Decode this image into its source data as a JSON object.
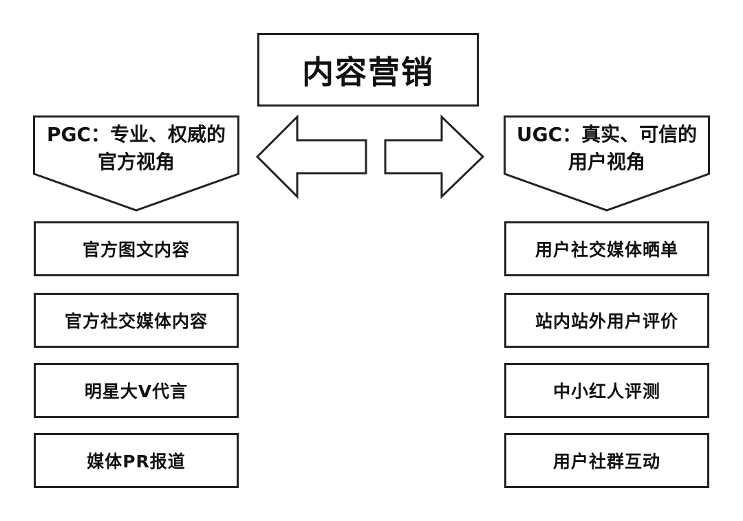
{
  "title": "内容营销",
  "left": {
    "header_line1": "PGC：专业、权威的",
    "header_line2": "官方视角",
    "items": [
      "官方图文内容",
      "官方社交媒体内容",
      "明星大V代言",
      "媒体PR报道"
    ]
  },
  "right": {
    "header_line1": "UGC：真实、可信的",
    "header_line2": "用户视角",
    "items": [
      "用户社交媒体晒单",
      "站内站外用户评价",
      "中小红人评测",
      "用户社群互动"
    ]
  },
  "colors": {
    "stroke": "#222222",
    "fill": "#ffffff",
    "text": "#111111"
  }
}
